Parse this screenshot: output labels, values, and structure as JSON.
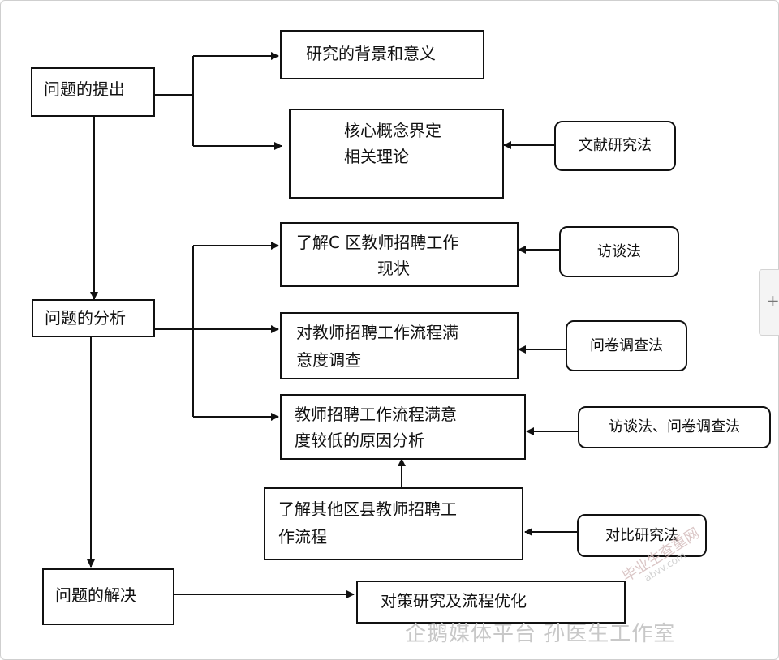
{
  "stages": {
    "proposal": "问题的提出",
    "analysis": "问题的分析",
    "solution": "问题的解决"
  },
  "topics": {
    "background": "研究的背景和意义",
    "concepts_line1": "核心概念界定",
    "concepts_line2": "相关理论",
    "status_line1": "了解C 区教师招聘工作",
    "status_line2": "现状",
    "survey_line1": "对教师招聘工作流程满",
    "survey_line2": "意度调查",
    "causes_line1": "教师招聘工作流程满意",
    "causes_line2": "度较低的原因分析",
    "others_line1": "了解其他区县教师招聘工",
    "others_line2": "作流程",
    "optimize": "对策研究及流程优化"
  },
  "methods": {
    "literature": "文献研究法",
    "interview": "访谈法",
    "questionnaire": "问卷调查法",
    "interview_questionnaire": "访谈法、问卷调查法",
    "comparison": "对比研究法"
  },
  "watermark": {
    "text": "企鹅媒体平台 孙医生工作室",
    "stamp": "毕业生查重网",
    "stamp_url": "abvv.com"
  },
  "colors": {
    "line": "#111111",
    "watermark": "#c8c8c8"
  }
}
